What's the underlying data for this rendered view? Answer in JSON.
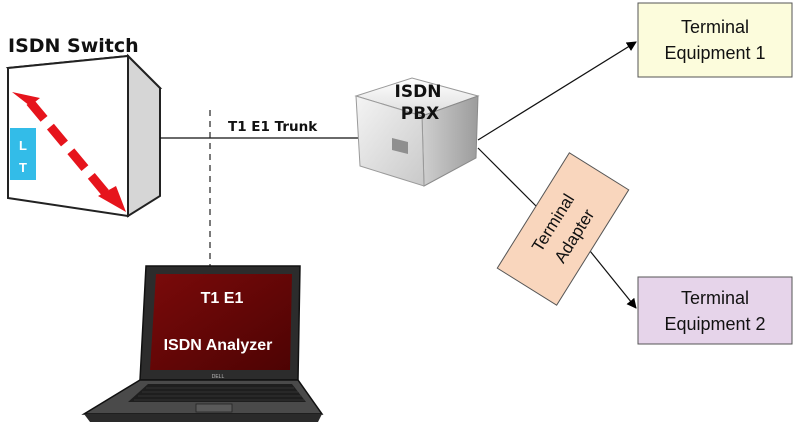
{
  "switch": {
    "title": "ISDN Switch",
    "lt_top": "L",
    "lt_bottom": "T"
  },
  "trunk_label": "T1 E1 Trunk",
  "pbx": {
    "line1": "ISDN",
    "line2": "PBX"
  },
  "terminal_equipment_1": {
    "line1": "Terminal",
    "line2": "Equipment 1"
  },
  "terminal_equipment_2": {
    "line1": "Terminal",
    "line2": "Equipment 2"
  },
  "terminal_adapter": {
    "line1": "Terminal",
    "line2": "Adapter"
  },
  "analyzer": {
    "line1": "T1 E1",
    "line2": "ISDN Analyzer"
  },
  "laptop_brand": "DELL",
  "colors": {
    "te1_fill": "#fcfcdc",
    "te2_fill": "#e6d4ea",
    "adapter_fill": "#f9d6bd",
    "lt_fill": "#33bce8",
    "arrow_red": "#e6141c",
    "screen": "#6b0707"
  }
}
